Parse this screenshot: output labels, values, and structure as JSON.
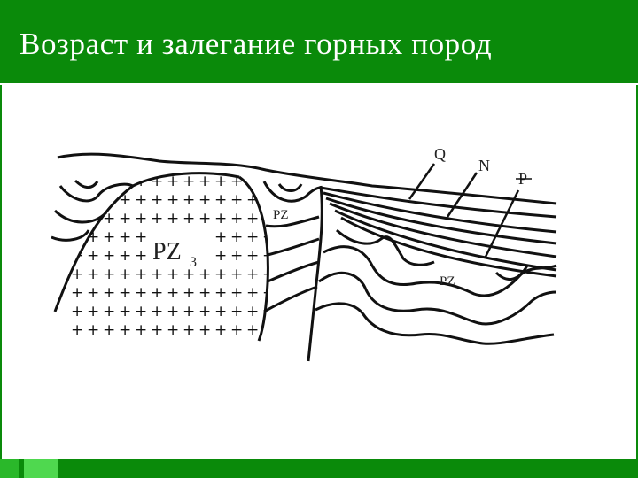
{
  "slide": {
    "title": "Возраст и залегание горных пород"
  },
  "diagram": {
    "labels": {
      "intrusion": "PZ",
      "intrusion_sub": "3",
      "pz_left": "PZ",
      "pz_right": "PZ",
      "q": "Q",
      "n": "N",
      "p": "P"
    }
  },
  "colors": {
    "header": "#0a8a0a",
    "footer_accent": "#4fd84f",
    "line": "#111111"
  }
}
